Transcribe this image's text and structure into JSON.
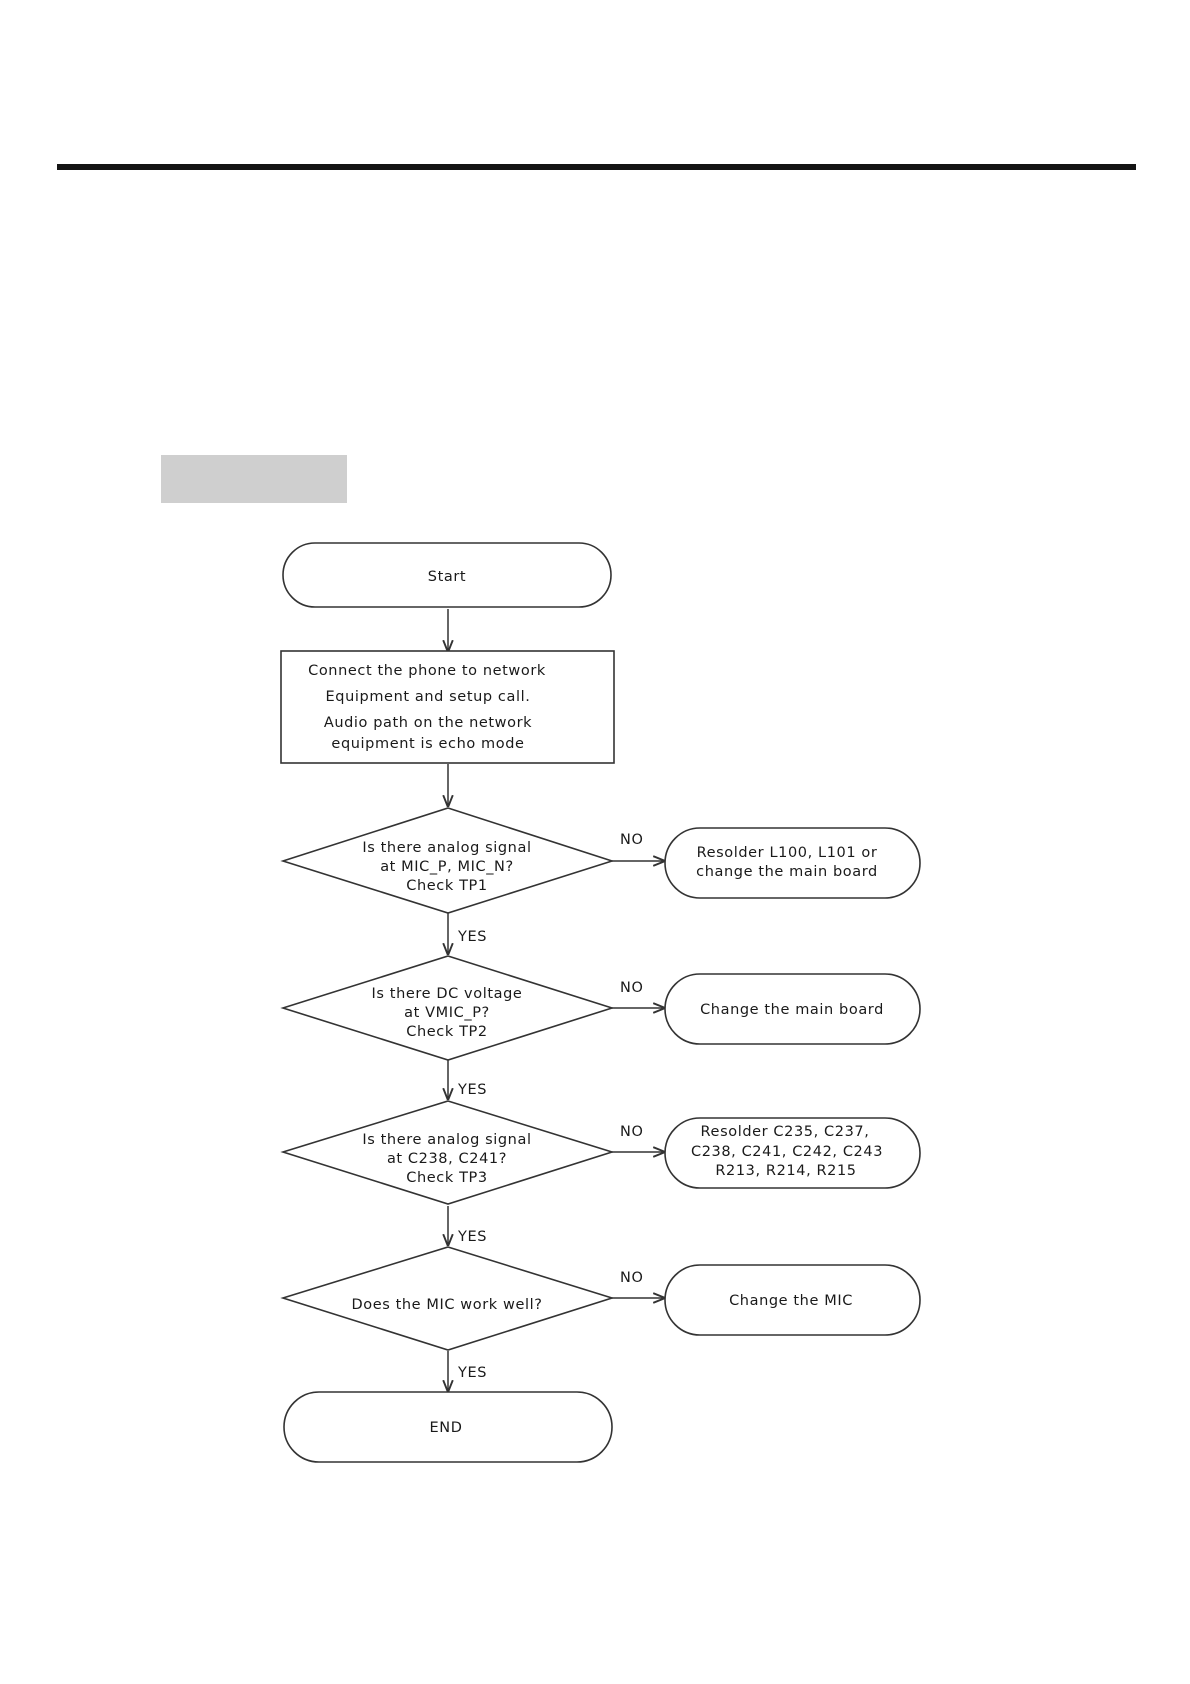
{
  "flowchart": {
    "start": "Start",
    "process": [
      "Connect the phone to network",
      "Equipment and setup call.",
      "Audio path on the network",
      "equipment is echo mode"
    ],
    "decisions": [
      {
        "lines": [
          "Is there analog signal",
          "at MIC_P, MIC_N?",
          "Check TP1"
        ]
      },
      {
        "lines": [
          "Is there DC voltage",
          "at VMIC_P?",
          "Check TP2"
        ]
      },
      {
        "lines": [
          "Is there analog signal",
          "at C238, C241?",
          "Check TP3"
        ]
      },
      {
        "lines": [
          "Does the MIC work well?"
        ]
      }
    ],
    "actions": [
      {
        "lines": [
          "Resolder L100, L101 or",
          "change the main board"
        ]
      },
      {
        "lines": [
          "Change the main board"
        ]
      },
      {
        "lines": [
          "Resolder C235, C237,",
          "C238, C241, C242, C243",
          "R213, R214, R215"
        ]
      },
      {
        "lines": [
          "Change the MIC"
        ]
      }
    ],
    "yes_label": "YES",
    "no_label": "NO",
    "end": "END"
  }
}
